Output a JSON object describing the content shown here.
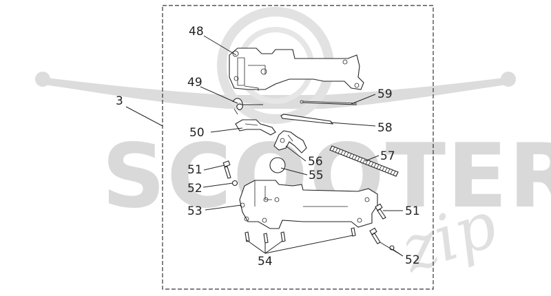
{
  "diagram": {
    "watermark": {
      "brand_main": "SCOOTER",
      "brand_script": "zip"
    },
    "callouts": {
      "c3": "3",
      "c48": "48",
      "c49": "49",
      "c50": "50",
      "c51a": "51",
      "c51b": "51",
      "c52a": "52",
      "c52b": "52",
      "c53": "53",
      "c54": "54",
      "c55": "55",
      "c56": "56",
      "c57": "57",
      "c58": "58",
      "c59": "59"
    }
  }
}
